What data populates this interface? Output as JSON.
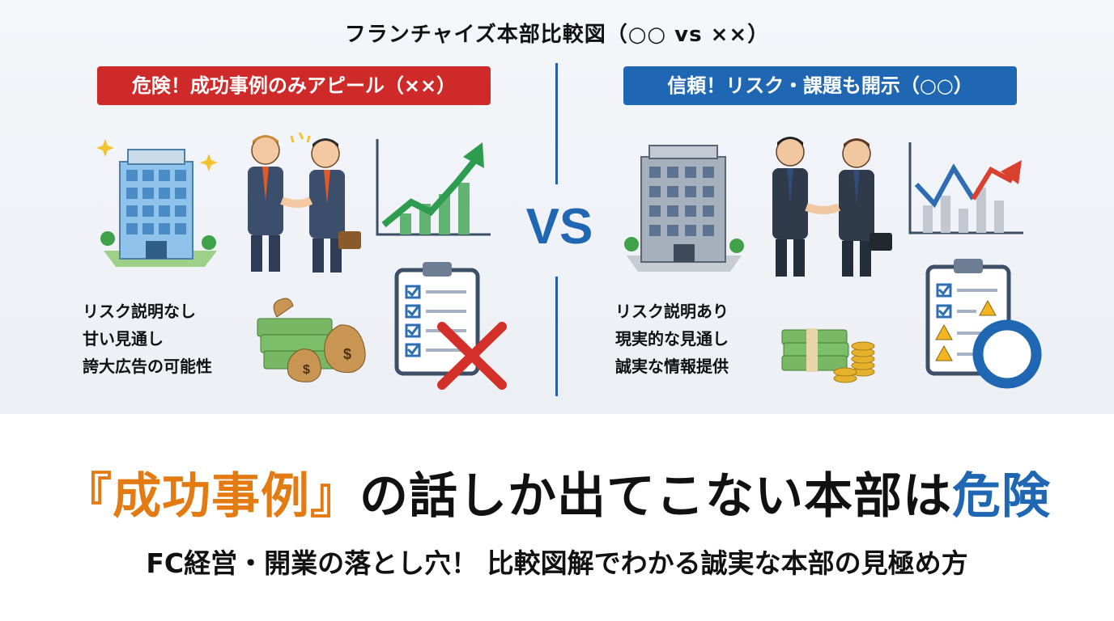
{
  "heading": "フランチャイズ本部比較図（○○ vs ××）",
  "left": {
    "badge": "危険！成功事例のみアピール（××）",
    "points": [
      "リスク説明なし",
      "甘い見通し",
      "誇大広告の可能性"
    ]
  },
  "right": {
    "badge": "信頼！リスク・課題も開示（○○）",
    "points": [
      "リスク説明あり",
      "現実的な見通し",
      "誠実な情報提供"
    ]
  },
  "vs_label": "VS",
  "main_title": {
    "open_bracket": "『",
    "highlight": "成功事例",
    "close_bracket": "』",
    "middle": "の話しか出てこない本部は",
    "danger": "危険"
  },
  "subtitle": "FC経営・開業の落とし穴！ 比較図解でわかる誠実な本部の見極め方",
  "colors": {
    "red_badge": "#cf2a2a",
    "blue_badge": "#1f67b3",
    "orange_highlight": "#e47a12",
    "chart_green": "#2e9c4f",
    "chart_red": "#d8412f",
    "chart_blue": "#2e6db4"
  }
}
